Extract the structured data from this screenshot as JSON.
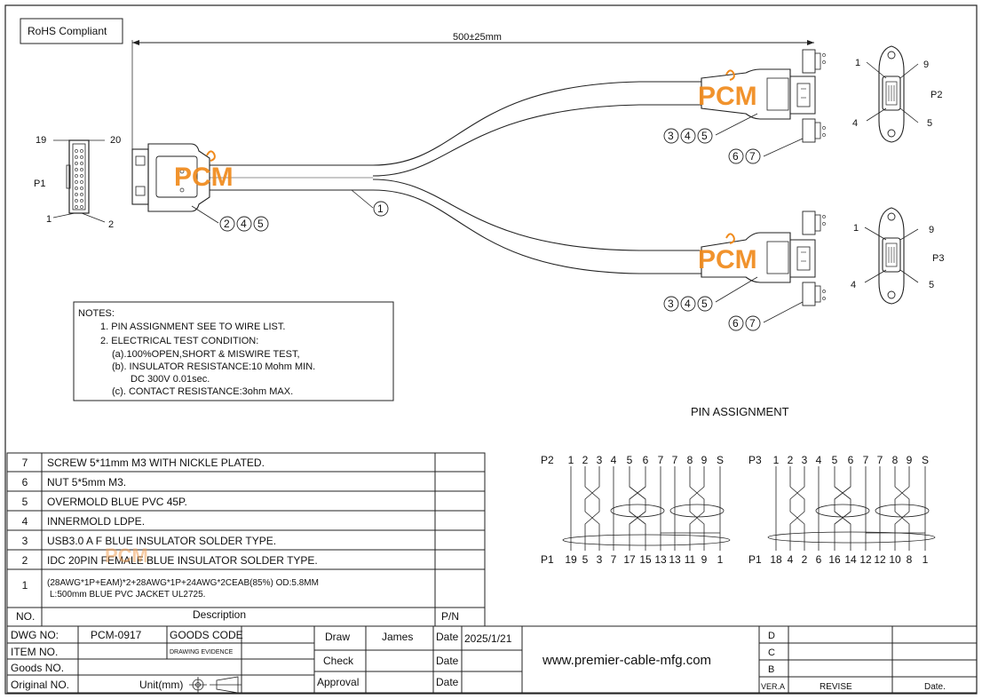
{
  "rohs": "RoHS Compliant",
  "length_dim": "500±25mm",
  "watermark": "PCM",
  "connectors": {
    "p1": {
      "name": "P1",
      "pin_tl": "19",
      "pin_tr": "20",
      "pin_bl": "1",
      "pin_br": "2"
    },
    "p2": {
      "name": "P2",
      "pin_tl": "1",
      "pin_tr": "9",
      "pin_bl": "4",
      "pin_br": "5"
    },
    "p3": {
      "name": "P3",
      "pin_tl": "1",
      "pin_tr": "9",
      "pin_bl": "4",
      "pin_br": "5"
    }
  },
  "callouts": {
    "cable": "1",
    "p1_set": [
      "2",
      "4",
      "5"
    ],
    "p2_set": [
      "3",
      "4",
      "5"
    ],
    "p2_screw": [
      "6",
      "7"
    ],
    "p3_set": [
      "3",
      "4",
      "5"
    ],
    "p3_screw": [
      "6",
      "7"
    ]
  },
  "notes": {
    "title": "NOTES:",
    "lines": [
      "1. PIN ASSIGNMENT SEE TO WIRE LIST.",
      "2. ELECTRICAL TEST CONDITION:",
      "(a).100%OPEN,SHORT & MISWIRE TEST,",
      "(b). INSULATOR RESISTANCE:10 Mohm MIN.",
      "DC 300V 0.01sec.",
      "(c). CONTACT RESISTANCE:3ohm MAX."
    ]
  },
  "pin_assignment": {
    "title": "PIN  ASSIGNMENT",
    "p2_label": "P2",
    "p2_pins": [
      "1",
      "2",
      "3",
      "4",
      "5",
      "6",
      "7",
      "7",
      "8",
      "9",
      "S"
    ],
    "p2_p1_label": "P1",
    "p2_p1_pins": [
      "19",
      "5",
      "3",
      "7",
      "17",
      "15",
      "13",
      "13",
      "11",
      "9",
      "1"
    ],
    "p3_label": "P3",
    "p3_pins": [
      "1",
      "2",
      "3",
      "4",
      "5",
      "6",
      "7",
      "7",
      "8",
      "9",
      "S"
    ],
    "p3_p1_label": "P1",
    "p3_p1_pins": [
      "18",
      "4",
      "2",
      "6",
      "16",
      "14",
      "12",
      "12",
      "10",
      "8",
      "1"
    ]
  },
  "bom": {
    "rows": [
      {
        "no": "7",
        "desc": "SCREW 5*11mm M3 WITH NICKLE PLATED.",
        "pn": ""
      },
      {
        "no": "6",
        "desc": "NUT 5*5mm M3.",
        "pn": ""
      },
      {
        "no": "5",
        "desc": "OVERMOLD BLUE PVC 45P.",
        "pn": ""
      },
      {
        "no": "4",
        "desc": "INNERMOLD LDPE.",
        "pn": ""
      },
      {
        "no": "3",
        "desc": "USB3.0  A F BLUE INSULATOR SOLDER TYPE.",
        "pn": ""
      },
      {
        "no": "2",
        "desc": "IDC 20PIN FEMALE  BLUE INSULATOR SOLDER TYPE.",
        "pn": ""
      },
      {
        "no": "1",
        "desc": "(28AWG*1P+EAM)*2+28AWG*1P+24AWG*2CEAB(85%)  OD:5.8MM",
        "desc2": "L:500mm   BLUE PVC JACKET UL2725.",
        "pn": ""
      }
    ],
    "header": {
      "no": "NO.",
      "desc": "Description",
      "pn": "P/N"
    }
  },
  "title_block": {
    "dwg_no_label": "DWG NO:",
    "dwg_no": "PCM-0917",
    "goods_code_label": "GOODS CODE",
    "drawing_evidence": "DRAWING EVIDENCE",
    "item_no_label": "ITEM NO.",
    "goods_no_label": "Goods NO.",
    "original_no_label": "Original NO.",
    "unit_label": "Unit(mm)",
    "draw_label": "Draw",
    "draw_name": "James",
    "check_label": "Check",
    "approval_label": "Approval",
    "date_label": "Date",
    "draw_date": "2025/1/21",
    "website": "www.premier-cable-mfg.com",
    "rev_letters": [
      "D",
      "C",
      "B"
    ],
    "ver_label": "VER.A",
    "revise_label": "REVISE",
    "date_col_label": "Date."
  }
}
